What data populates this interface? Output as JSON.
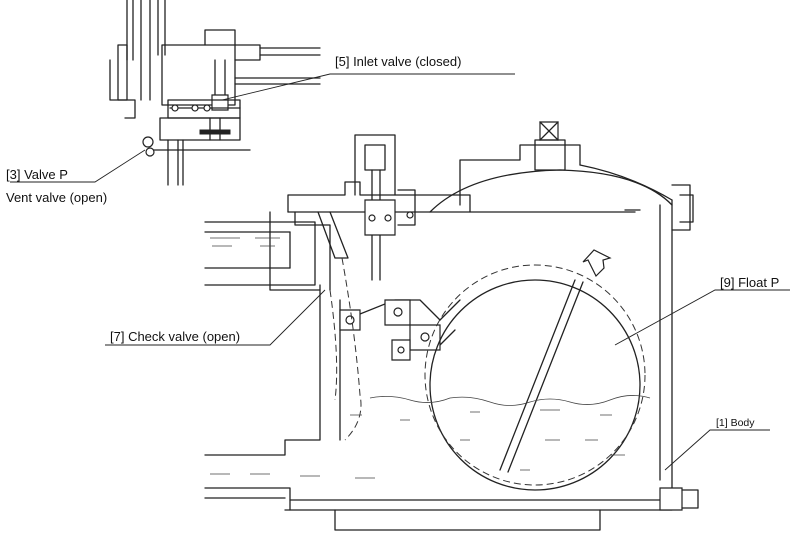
{
  "labels": {
    "inlet_valve": "[5] Inlet valve (closed)",
    "valve_p": "[3] Valve P",
    "vent_valve": "Vent valve (open)",
    "float_p": "[9] Float P",
    "check_valve": "[7] Check valve (open)",
    "body": "[1] Body"
  },
  "colors": {
    "line": "#222222",
    "background": "#ffffff"
  }
}
